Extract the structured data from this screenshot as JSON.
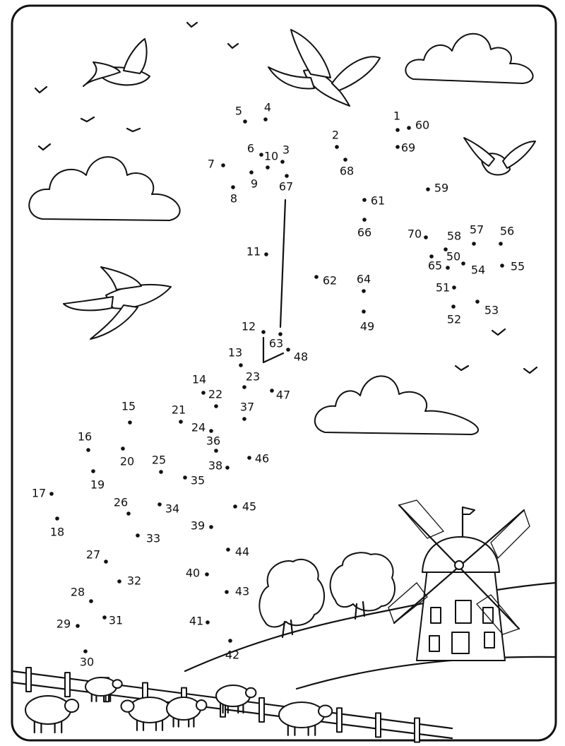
{
  "puzzle": {
    "type": "connect-the-dots",
    "dots": [
      "1",
      "2",
      "3",
      "4",
      "5",
      "6",
      "7",
      "8",
      "9",
      "10",
      "11",
      "12",
      "13",
      "14",
      "15",
      "16",
      "17",
      "18",
      "19",
      "20",
      "21",
      "22",
      "23",
      "24",
      "25",
      "26",
      "27",
      "28",
      "29",
      "30",
      "31",
      "32",
      "33",
      "34",
      "35",
      "36",
      "37",
      "38",
      "39",
      "40",
      "41",
      "42",
      "43",
      "44",
      "45",
      "46",
      "47",
      "48",
      "49",
      "50",
      "51",
      "52",
      "53",
      "54",
      "55",
      "56",
      "57",
      "58",
      "59",
      "60",
      "61",
      "62",
      "63",
      "64",
      "65",
      "66",
      "67",
      "68",
      "69",
      "70"
    ]
  }
}
